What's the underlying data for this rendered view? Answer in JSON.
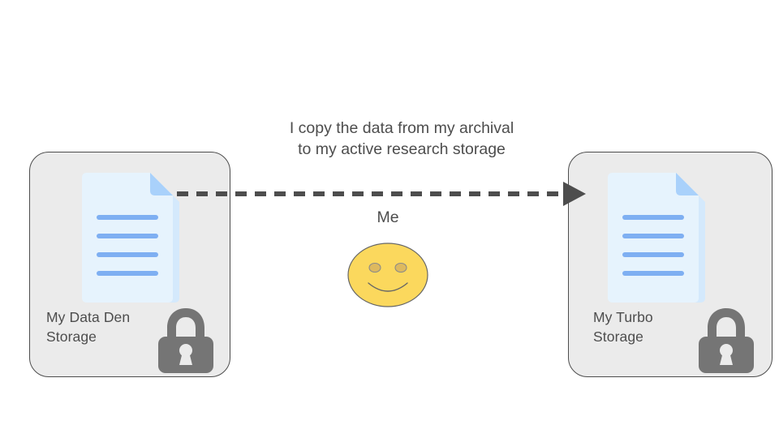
{
  "diagram": {
    "title": "Data copy workflow diagram",
    "background_color": "#ffffff",
    "caption": {
      "text": "I copy the data from my archival\nto my active research storage",
      "color": "#4d4d4d"
    },
    "person": {
      "label": "Me",
      "face_color": "#fbd85d",
      "outline_color": "#666666",
      "eye_color": "#ddb95f"
    },
    "connector": {
      "style": "dashed",
      "color": "#4d4d4d",
      "direction": "left-to-right",
      "arrowhead": "solid-triangle"
    },
    "nodes": [
      {
        "id": "data-den",
        "label": "My Data Den\nStorage",
        "icons": [
          "document-icon",
          "lock-icon"
        ],
        "fill_color": "#ebebeb",
        "border_color": "#4d4d4d",
        "document_color": "#e6f3fd",
        "document_fold_color": "#a9d1fb",
        "document_line_color": "#7eaff2",
        "lock_color": "#757575"
      },
      {
        "id": "turbo",
        "label": "My Turbo\nStorage",
        "icons": [
          "document-icon",
          "lock-icon"
        ],
        "fill_color": "#ebebeb",
        "border_color": "#4d4d4d",
        "document_color": "#e6f3fd",
        "document_fold_color": "#a9d1fb",
        "document_line_color": "#7eaff2",
        "lock_color": "#757575"
      }
    ]
  }
}
